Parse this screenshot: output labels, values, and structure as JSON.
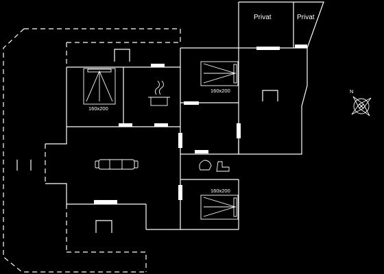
{
  "plan": {
    "room_labels": {
      "privat_left": "Privat",
      "privat_right": "Privat"
    },
    "bed_sizes": {
      "bed_1": "160x200",
      "bed_2": "160x200",
      "bed_3": "160x200"
    },
    "compass_letter": "N",
    "colors": {
      "background": "#000000",
      "lines": "#ffffff"
    },
    "icons": [
      "double-bed-icon",
      "stove-icon",
      "sofa-icon",
      "bathroom-icon",
      "fireplace-icon",
      "compass-icon"
    ]
  }
}
